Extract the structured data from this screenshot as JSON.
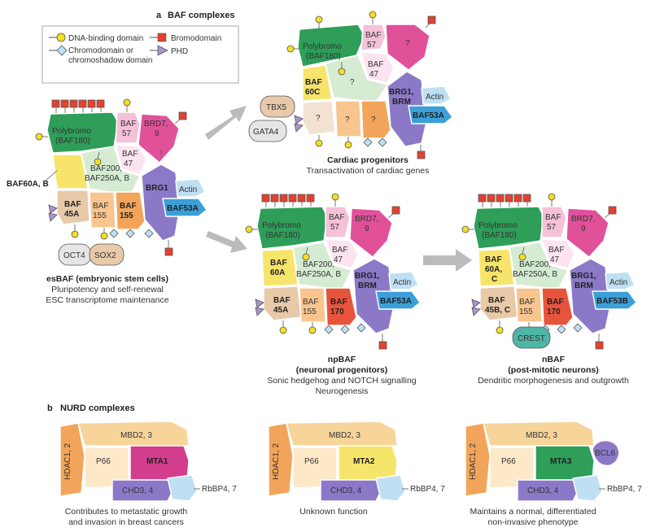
{
  "section_a": {
    "letter": "a",
    "title": "BAF complexes"
  },
  "section_b": {
    "letter": "b",
    "title": "NURD complexes"
  },
  "legend": {
    "dna": "DNA-binding domain",
    "bromo": "Bromodomain",
    "chromo1": "Chromodomain or",
    "chromo2": "chromoshadow domain",
    "phd": "PHD"
  },
  "colors": {
    "green": "#2e9e58",
    "pink": "#e0519a",
    "purple": "#8b79c8",
    "orange": "#f2a55a",
    "red": "#e8533b",
    "yellow": "#f6e56a",
    "tan": "#e8c9a8",
    "blue": "#3b9fd8",
    "lightblue": "#bfe0f3",
    "dna": "#f2df20",
    "bromo": "#e2412e",
    "phd": "#a993cf",
    "chromo": "#bfe0f3"
  },
  "es": {
    "polybromo": [
      "Polybromo",
      "(BAF180)"
    ],
    "baf57": [
      "BAF",
      "57"
    ],
    "brd": [
      "BRD7,",
      "9"
    ],
    "baf47": [
      "BAF",
      "47"
    ],
    "baf200": [
      "BAF200,",
      "BAF250A, B"
    ],
    "brg": "BRG1",
    "actin": "Actin",
    "baf53": "BAF53A",
    "baf60_label": "BAF60A, B",
    "baf45": [
      "BAF",
      "45A"
    ],
    "baf155": [
      "BAF",
      "155"
    ],
    "baf155b": [
      "BAF",
      "155"
    ],
    "partners": [
      "OCT4",
      "SOX2"
    ],
    "caption": [
      "esBAF (embryonic stem cells)",
      "Pluripotency and self-renewal",
      "ESC transcriptome maintenance"
    ]
  },
  "cardiac": {
    "polybromo": [
      "Polybromo",
      "(BAF180)"
    ],
    "baf57": [
      "BAF",
      "57"
    ],
    "brd": "?",
    "baf47": [
      "BAF",
      "47"
    ],
    "baf200": "?",
    "baf60": [
      "BAF",
      "60C"
    ],
    "brg": [
      "BRG1,",
      "BRM"
    ],
    "actin": "Actin",
    "baf53": "BAF53A",
    "q1": "?",
    "q2": "?",
    "q3": "?",
    "partners": [
      "TBX5",
      "GATA4"
    ],
    "caption": [
      "Cardiac progenitors",
      "Transactivation of cardiac genes"
    ]
  },
  "np": {
    "polybromo": [
      "Polybromo",
      "(BAF180)"
    ],
    "baf57": [
      "BAF",
      "57"
    ],
    "brd": [
      "BRD7,",
      "9"
    ],
    "baf47": [
      "BAF",
      "47"
    ],
    "baf200": [
      "BAF200,",
      "BAF250A, B"
    ],
    "baf60": [
      "BAF",
      "60A"
    ],
    "brg": [
      "BRG1,",
      "BRM"
    ],
    "actin": "Actin",
    "baf53": "BAF53A",
    "baf45": [
      "BAF",
      "45A"
    ],
    "baf155": [
      "BAF",
      "155"
    ],
    "baf170": [
      "BAF",
      "170"
    ],
    "caption": [
      "npBAF",
      "(neuronal progenitors)",
      "Sonic hedgehog and NOTCH signalling",
      "Neurogenesis"
    ]
  },
  "n": {
    "polybromo": [
      "Polybromo",
      "(BAF180)"
    ],
    "baf57": [
      "BAF",
      "57"
    ],
    "brd": [
      "BRD7,",
      "9"
    ],
    "baf47": [
      "BAF",
      "47"
    ],
    "baf200": [
      "BAF200,",
      "BAF250A, B"
    ],
    "baf60": [
      "BAF",
      "60A,",
      "C"
    ],
    "brg": [
      "BRG1,",
      "BRM"
    ],
    "actin": "Actin",
    "baf53": "BAF53B",
    "baf45": [
      "BAF",
      "45B, C"
    ],
    "baf155": [
      "BAF",
      "155"
    ],
    "baf170": [
      "BAF",
      "170"
    ],
    "partner": "CREST",
    "caption": [
      "nBAF",
      "(post-mitotic neurons)",
      "Dendritic morphogenesis and outgrowth"
    ]
  },
  "nurd": [
    {
      "hdac": "HDAC1, 2",
      "mbd": "MBD2, 3",
      "p66": "P66",
      "mta": "MTA1",
      "chd": "CHD3, 4",
      "rbbp": "RbBP4, 7",
      "caption": [
        "Contributes to metastatic growth",
        "and invasion in breast cancers"
      ]
    },
    {
      "hdac": "HDAC1, 2",
      "mbd": "MBD2, 3",
      "p66": "P66",
      "mta": "MTA2",
      "chd": "CHD3, 4",
      "rbbp": "RbBP4, 7",
      "caption": [
        "Unknown function"
      ]
    },
    {
      "hdac": "HDAC1, 2",
      "mbd": "MBD2, 3",
      "p66": "P66",
      "mta": "MTA3",
      "chd": "CHD3, 4",
      "rbbp": "RbBP4, 7",
      "extra": "BCL6",
      "caption": [
        "Maintains a normal, differentiated",
        "non-invasive phenotype"
      ]
    }
  ]
}
